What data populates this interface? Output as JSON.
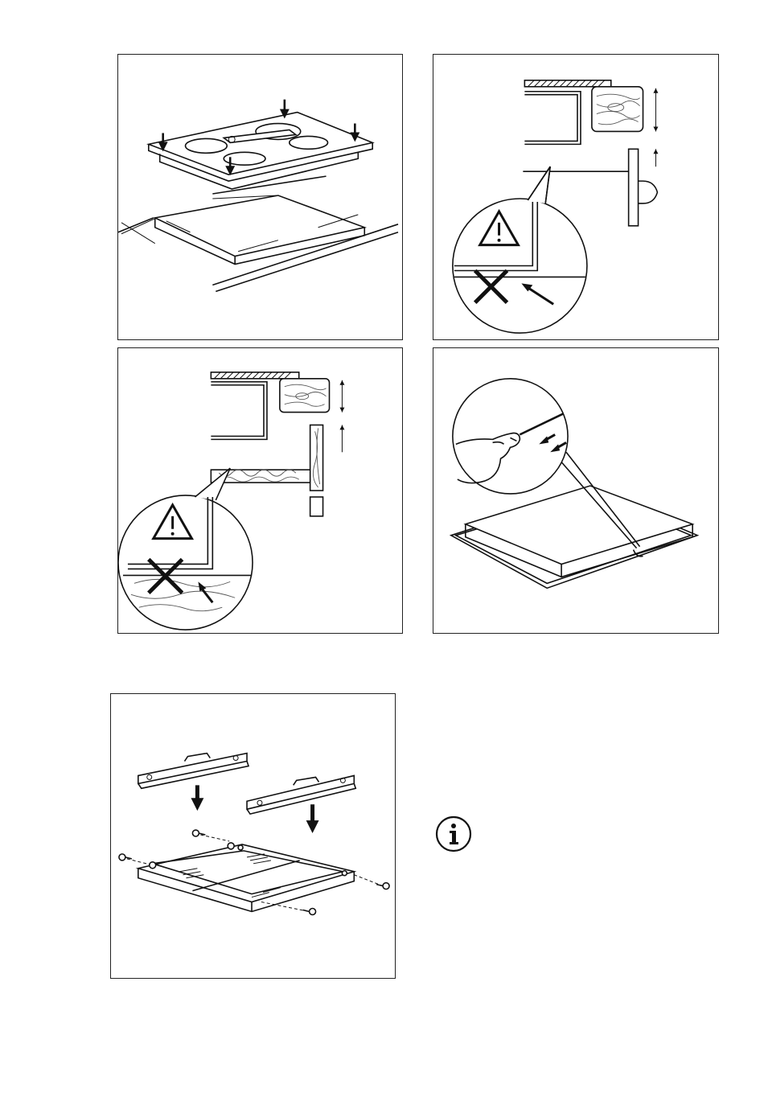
{
  "figures": [
    {
      "id": "fig-hob-installation"
    },
    {
      "id": "fig-worktop-warning-1"
    },
    {
      "id": "fig-worktop-warning-2"
    },
    {
      "id": "fig-seal-application"
    },
    {
      "id": "fig-box-assembly"
    }
  ],
  "icons": {
    "warning": "warning-triangle-icon",
    "prohibited": "cross-icon",
    "info": "info-icon"
  },
  "colors": {
    "line": "#111111",
    "background": "#ffffff"
  }
}
